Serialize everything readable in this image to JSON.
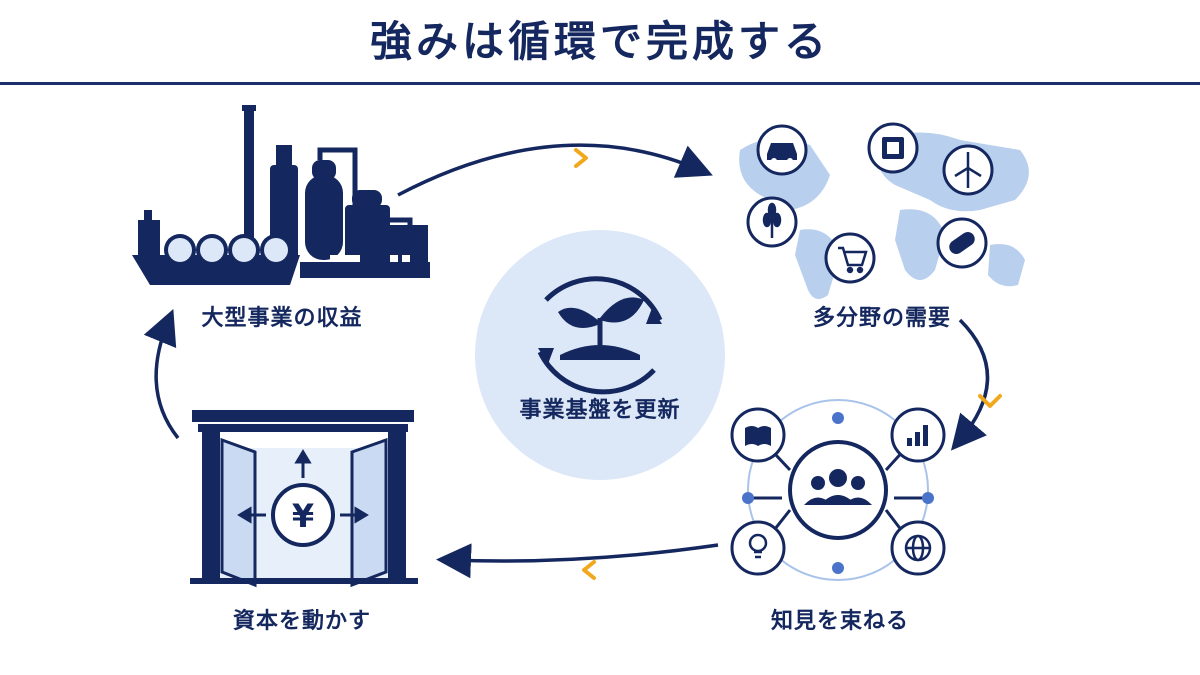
{
  "title": "強みは循環で完成する",
  "center": {
    "label": "事業基盤を更新",
    "icon": "sprout-cycle-icon"
  },
  "nodes": [
    {
      "id": "top-left",
      "label": "大型事業の収益",
      "icon": "industrial-plant-ship-icon"
    },
    {
      "id": "top-right",
      "label": "多分野の需要",
      "icon": "world-map-sectors-icon",
      "sector_icons": [
        "car-icon",
        "chip-icon",
        "wind-turbine-icon",
        "wheat-icon",
        "cart-icon",
        "capsule-icon"
      ]
    },
    {
      "id": "bottom-right",
      "label": "知見を束ねる",
      "icon": "people-network-icon",
      "network_icons": [
        "book-icon",
        "bar-chart-icon",
        "lightbulb-icon",
        "globe-icon"
      ]
    },
    {
      "id": "bottom-left",
      "label": "資本を動かす",
      "icon": "open-gate-yen-icon",
      "currency_symbol": "¥"
    }
  ],
  "colors": {
    "navy": "#14275e",
    "accent": "#f2a81d",
    "light_blue": "#dce8f8",
    "mid_blue": "#4a74c9"
  }
}
